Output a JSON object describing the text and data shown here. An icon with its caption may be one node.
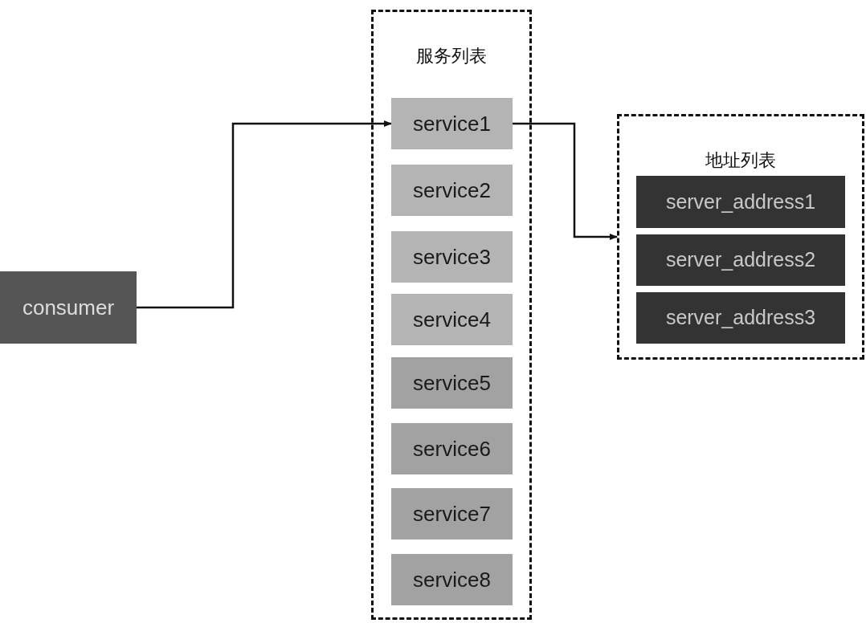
{
  "diagram": {
    "nodes": [
      {
        "text": [
          "consumer"
        ]
      },
      {
        "text": [
          "服务列表"
        ]
      },
      {
        "text": [
          "service1"
        ],
        "in": 1
      },
      {
        "text": [
          "service2"
        ],
        "in": 1
      },
      {
        "text": [
          "service3"
        ],
        "in": 1
      },
      {
        "text": [
          "service4"
        ],
        "in": 1
      },
      {
        "text": [
          "service5"
        ],
        "in": 1
      },
      {
        "text": [
          "service6"
        ],
        "in": 1
      },
      {
        "text": [
          "service7"
        ],
        "in": 1
      },
      {
        "text": [
          "service8"
        ],
        "in": 1
      },
      {
        "text": [
          "地址列表"
        ]
      },
      {
        "text": [
          "server_address1"
        ],
        "in": 10
      },
      {
        "text": [
          "server_address2"
        ],
        "in": 10
      },
      {
        "text": [
          "server_address3"
        ],
        "in": 10
      }
    ],
    "edges": [
      {
        "from": 0,
        "to": 2,
        "arrow": "to"
      },
      {
        "from": 2,
        "to": 10,
        "arrow": "to"
      }
    ]
  }
}
